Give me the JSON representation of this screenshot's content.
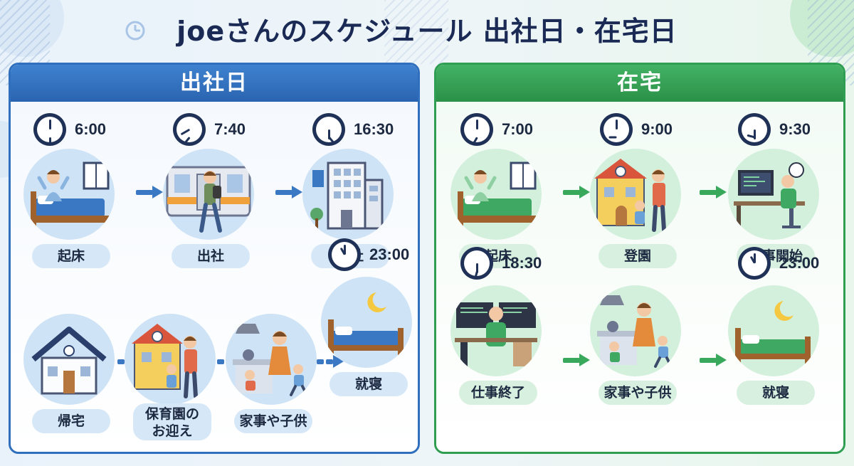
{
  "title": "joeさんのスケジュール 出社日・在宅日",
  "colors": {
    "office_accent": "#2f6fbd",
    "home_accent": "#2f9e52",
    "title": "#1a2a55"
  },
  "office": {
    "heading": "出社日",
    "steps": [
      {
        "time": "6:00",
        "label": "起床",
        "icon": "wake-up-bed-icon"
      },
      {
        "time": "7:40",
        "label": "出社",
        "icon": "commute-train-icon"
      },
      {
        "time": "16:30",
        "label": "退社",
        "icon": "office-building-icon"
      },
      {
        "time": "",
        "label": "帰宅",
        "icon": "house-icon"
      },
      {
        "time": "",
        "label_line1": "保育園の",
        "label_line2": "お迎え",
        "icon": "nursery-pickup-icon"
      },
      {
        "time": "",
        "label": "家事や子供",
        "icon": "housework-children-icon"
      },
      {
        "time": "23:00",
        "label": "就寝",
        "icon": "sleep-bed-icon"
      }
    ]
  },
  "home": {
    "heading": "在宅",
    "steps": [
      {
        "time": "7:00",
        "label": "起床",
        "icon": "wake-up-bed-icon"
      },
      {
        "time": "9:00",
        "label": "登園",
        "icon": "nursery-drop-off-icon"
      },
      {
        "time": "9:30",
        "label": "仕事開始",
        "icon": "desk-work-icon"
      },
      {
        "time": "18:30",
        "label": "仕事終了",
        "icon": "monitors-work-end-icon"
      },
      {
        "time": "",
        "label": "家事や子供",
        "icon": "housework-children-icon"
      },
      {
        "time": "23:00",
        "label": "就寝",
        "icon": "sleep-bed-icon"
      }
    ]
  }
}
